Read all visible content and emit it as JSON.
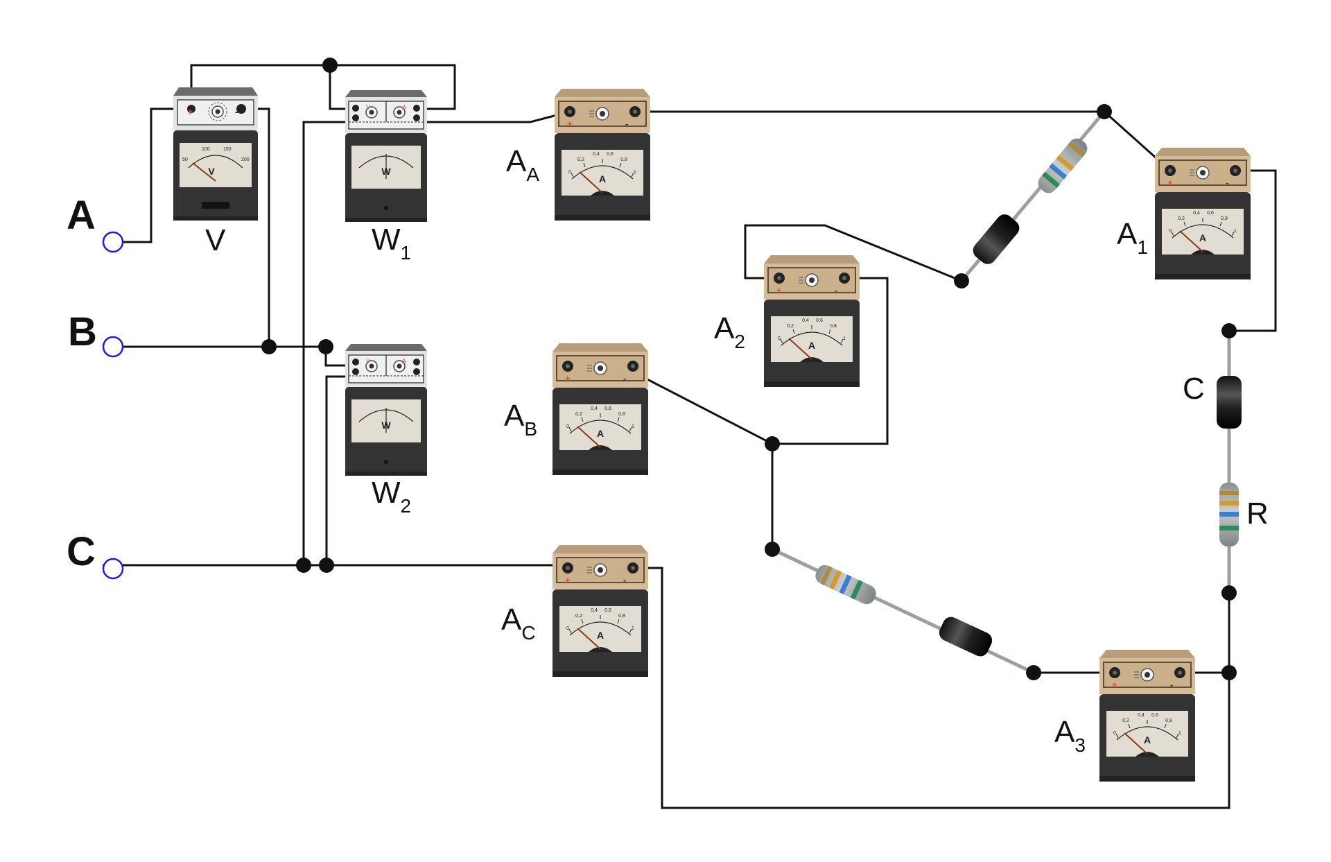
{
  "colors": {
    "wire": "#111111",
    "terminal_ring": "#1a1aee",
    "ammeter_top": "#d6bb98",
    "meter_body": "#333333",
    "meter_face": "#e2ddd2",
    "positive_mark": "#e05020"
  },
  "terminals": [
    {
      "id": "A",
      "label": "A"
    },
    {
      "id": "B",
      "label": "B"
    },
    {
      "id": "C",
      "label": "C"
    }
  ],
  "meters": {
    "V": {
      "label": "V",
      "sub": "",
      "face": "V",
      "scale": [
        "50",
        "100",
        "150",
        "200"
      ]
    },
    "W1": {
      "label": "W",
      "sub": "1",
      "face": "W"
    },
    "W2": {
      "label": "W",
      "sub": "2",
      "face": "W"
    },
    "AA": {
      "label": "A",
      "sub": "A",
      "face": "A",
      "scale": [
        "0",
        "0,2",
        "0,4",
        "0,6",
        "0,8",
        "1"
      ]
    },
    "AB": {
      "label": "A",
      "sub": "B",
      "face": "A",
      "scale": [
        "0",
        "0,2",
        "0,4",
        "0,6",
        "0,8",
        "1"
      ]
    },
    "AC": {
      "label": "A",
      "sub": "C",
      "face": "A",
      "scale": [
        "0",
        "0,2",
        "0,4",
        "0,6",
        "0,8",
        "1"
      ]
    },
    "A1": {
      "label": "A",
      "sub": "1",
      "face": "A",
      "scale": [
        "0",
        "0,2",
        "0,4",
        "0,6",
        "0,8",
        "1"
      ]
    },
    "A2": {
      "label": "A",
      "sub": "2",
      "face": "A",
      "scale": [
        "0",
        "0,2",
        "0,4",
        "0,6",
        "0,8",
        "1"
      ]
    },
    "A3": {
      "label": "A",
      "sub": "3",
      "face": "A",
      "scale": [
        "0",
        "0,2",
        "0,4",
        "0,6",
        "0,8",
        "1"
      ]
    }
  },
  "polarity": {
    "plus": "+",
    "minus": "-",
    "voltage_mark": "V",
    "current_mark": "A"
  },
  "components": {
    "capacitor_label": "C",
    "resistor_label": "R"
  }
}
